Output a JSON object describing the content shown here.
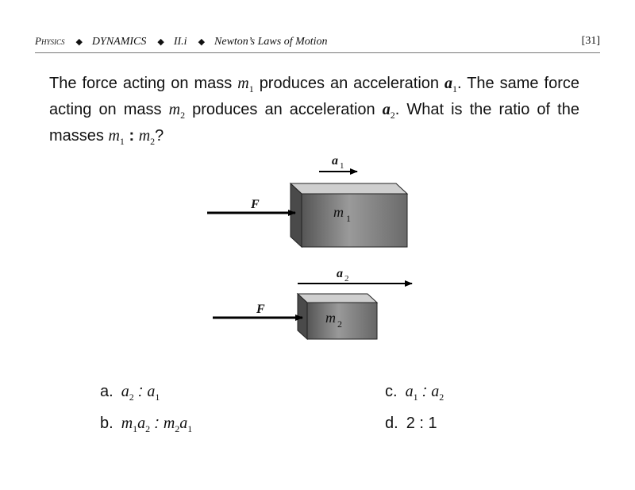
{
  "header": {
    "subject": "Physics",
    "topic": "DYNAMICS",
    "section": "II.i",
    "subtopic": "Newton’s Laws of Motion",
    "page_number": "[31]"
  },
  "question": {
    "t1": "The force acting on mass ",
    "m1": "m",
    "m1_sub": "1",
    "t2": " produces an acceleration ",
    "a1": "a",
    "a1_sub": "1",
    "t3": ".  The same force acting on mass ",
    "m2": "m",
    "m2_sub": "2",
    "t4": " produces an acceleration ",
    "a2": "a",
    "a2_sub": "2",
    "t5": ".  What is the ratio of the masses ",
    "r_m1": "m",
    "r_m1_sub": "1",
    "r_colon": " : ",
    "r_m2": "m",
    "r_m2_sub": "2",
    "t6": "?"
  },
  "figure": {
    "block1": {
      "force_label": "F",
      "accel_label": "a",
      "accel_sub": "1",
      "mass_label": "m",
      "mass_sub": "1"
    },
    "block2": {
      "force_label": "F",
      "accel_label": "a",
      "accel_sub": "2",
      "mass_label": "m",
      "mass_sub": "2"
    }
  },
  "choices": [
    {
      "letter": "a.",
      "parts": [
        "a",
        "2",
        " : ",
        "a",
        "1"
      ]
    },
    {
      "letter": "b.",
      "parts": [
        "m",
        "1",
        "a",
        "2",
        " : ",
        "m",
        "2",
        "a",
        "1"
      ]
    },
    {
      "letter": "c.",
      "parts": [
        "a",
        "1",
        " : ",
        "a",
        "2"
      ]
    },
    {
      "letter": "d.",
      "text": "2 : 1"
    }
  ]
}
